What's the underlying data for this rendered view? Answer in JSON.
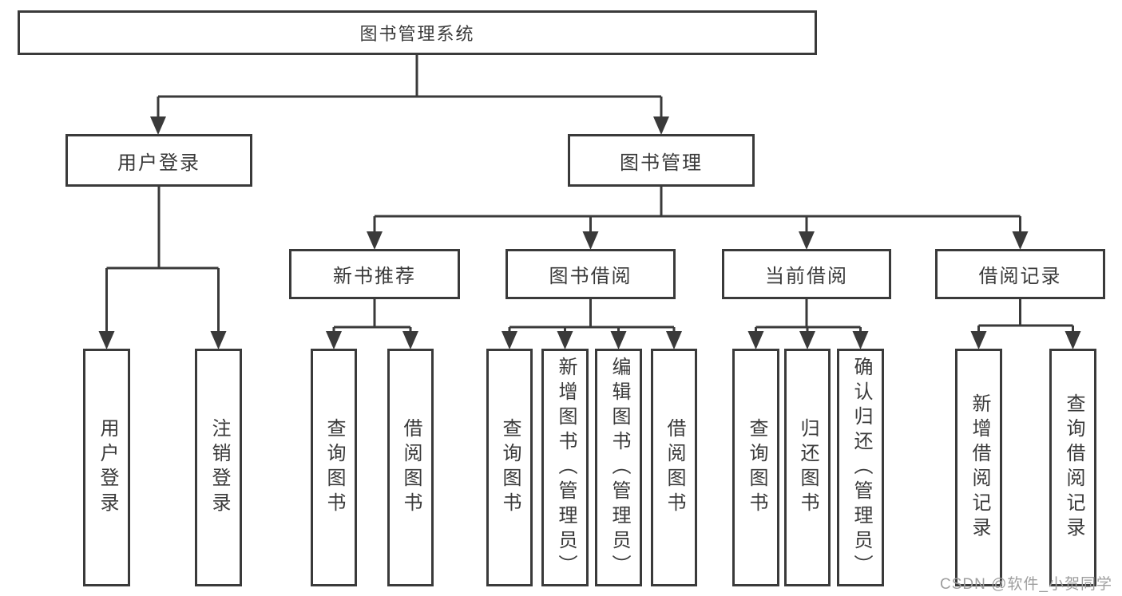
{
  "colors": {
    "line": "#3a3a3a",
    "box_border": "#3a3a3a",
    "watermark": "#9e9e9e",
    "background": "#ffffff"
  },
  "diagram": {
    "root": {
      "label": "图书管理系统"
    },
    "level2": [
      {
        "label": "用户登录"
      },
      {
        "label": "图书管理"
      }
    ],
    "level3": [
      {
        "label": "新书推荐",
        "parent": "图书管理"
      },
      {
        "label": "图书借阅",
        "parent": "图书管理"
      },
      {
        "label": "当前借阅",
        "parent": "图书管理"
      },
      {
        "label": "借阅记录",
        "parent": "图书管理"
      }
    ],
    "level4": [
      {
        "label": "用户登录",
        "parent": "用户登录"
      },
      {
        "label": "注销登录",
        "parent": "用户登录"
      },
      {
        "label": "查询图书",
        "parent": "新书推荐"
      },
      {
        "label": "借阅图书",
        "parent": "新书推荐"
      },
      {
        "label": "查询图书",
        "parent": "图书借阅"
      },
      {
        "label": "新增图书（管理员）",
        "parent": "图书借阅"
      },
      {
        "label": "编辑图书（管理员）",
        "parent": "图书借阅"
      },
      {
        "label": "借阅图书",
        "parent": "图书借阅"
      },
      {
        "label": "查询图书",
        "parent": "当前借阅"
      },
      {
        "label": "归还图书",
        "parent": "当前借阅"
      },
      {
        "label": "确认归还（管理员）",
        "parent": "当前借阅"
      },
      {
        "label": "新增借阅记录",
        "parent": "借阅记录"
      },
      {
        "label": "查询借阅记录",
        "parent": "借阅记录"
      }
    ]
  },
  "watermark": {
    "text": "CSDN @软件_小贺同学"
  }
}
